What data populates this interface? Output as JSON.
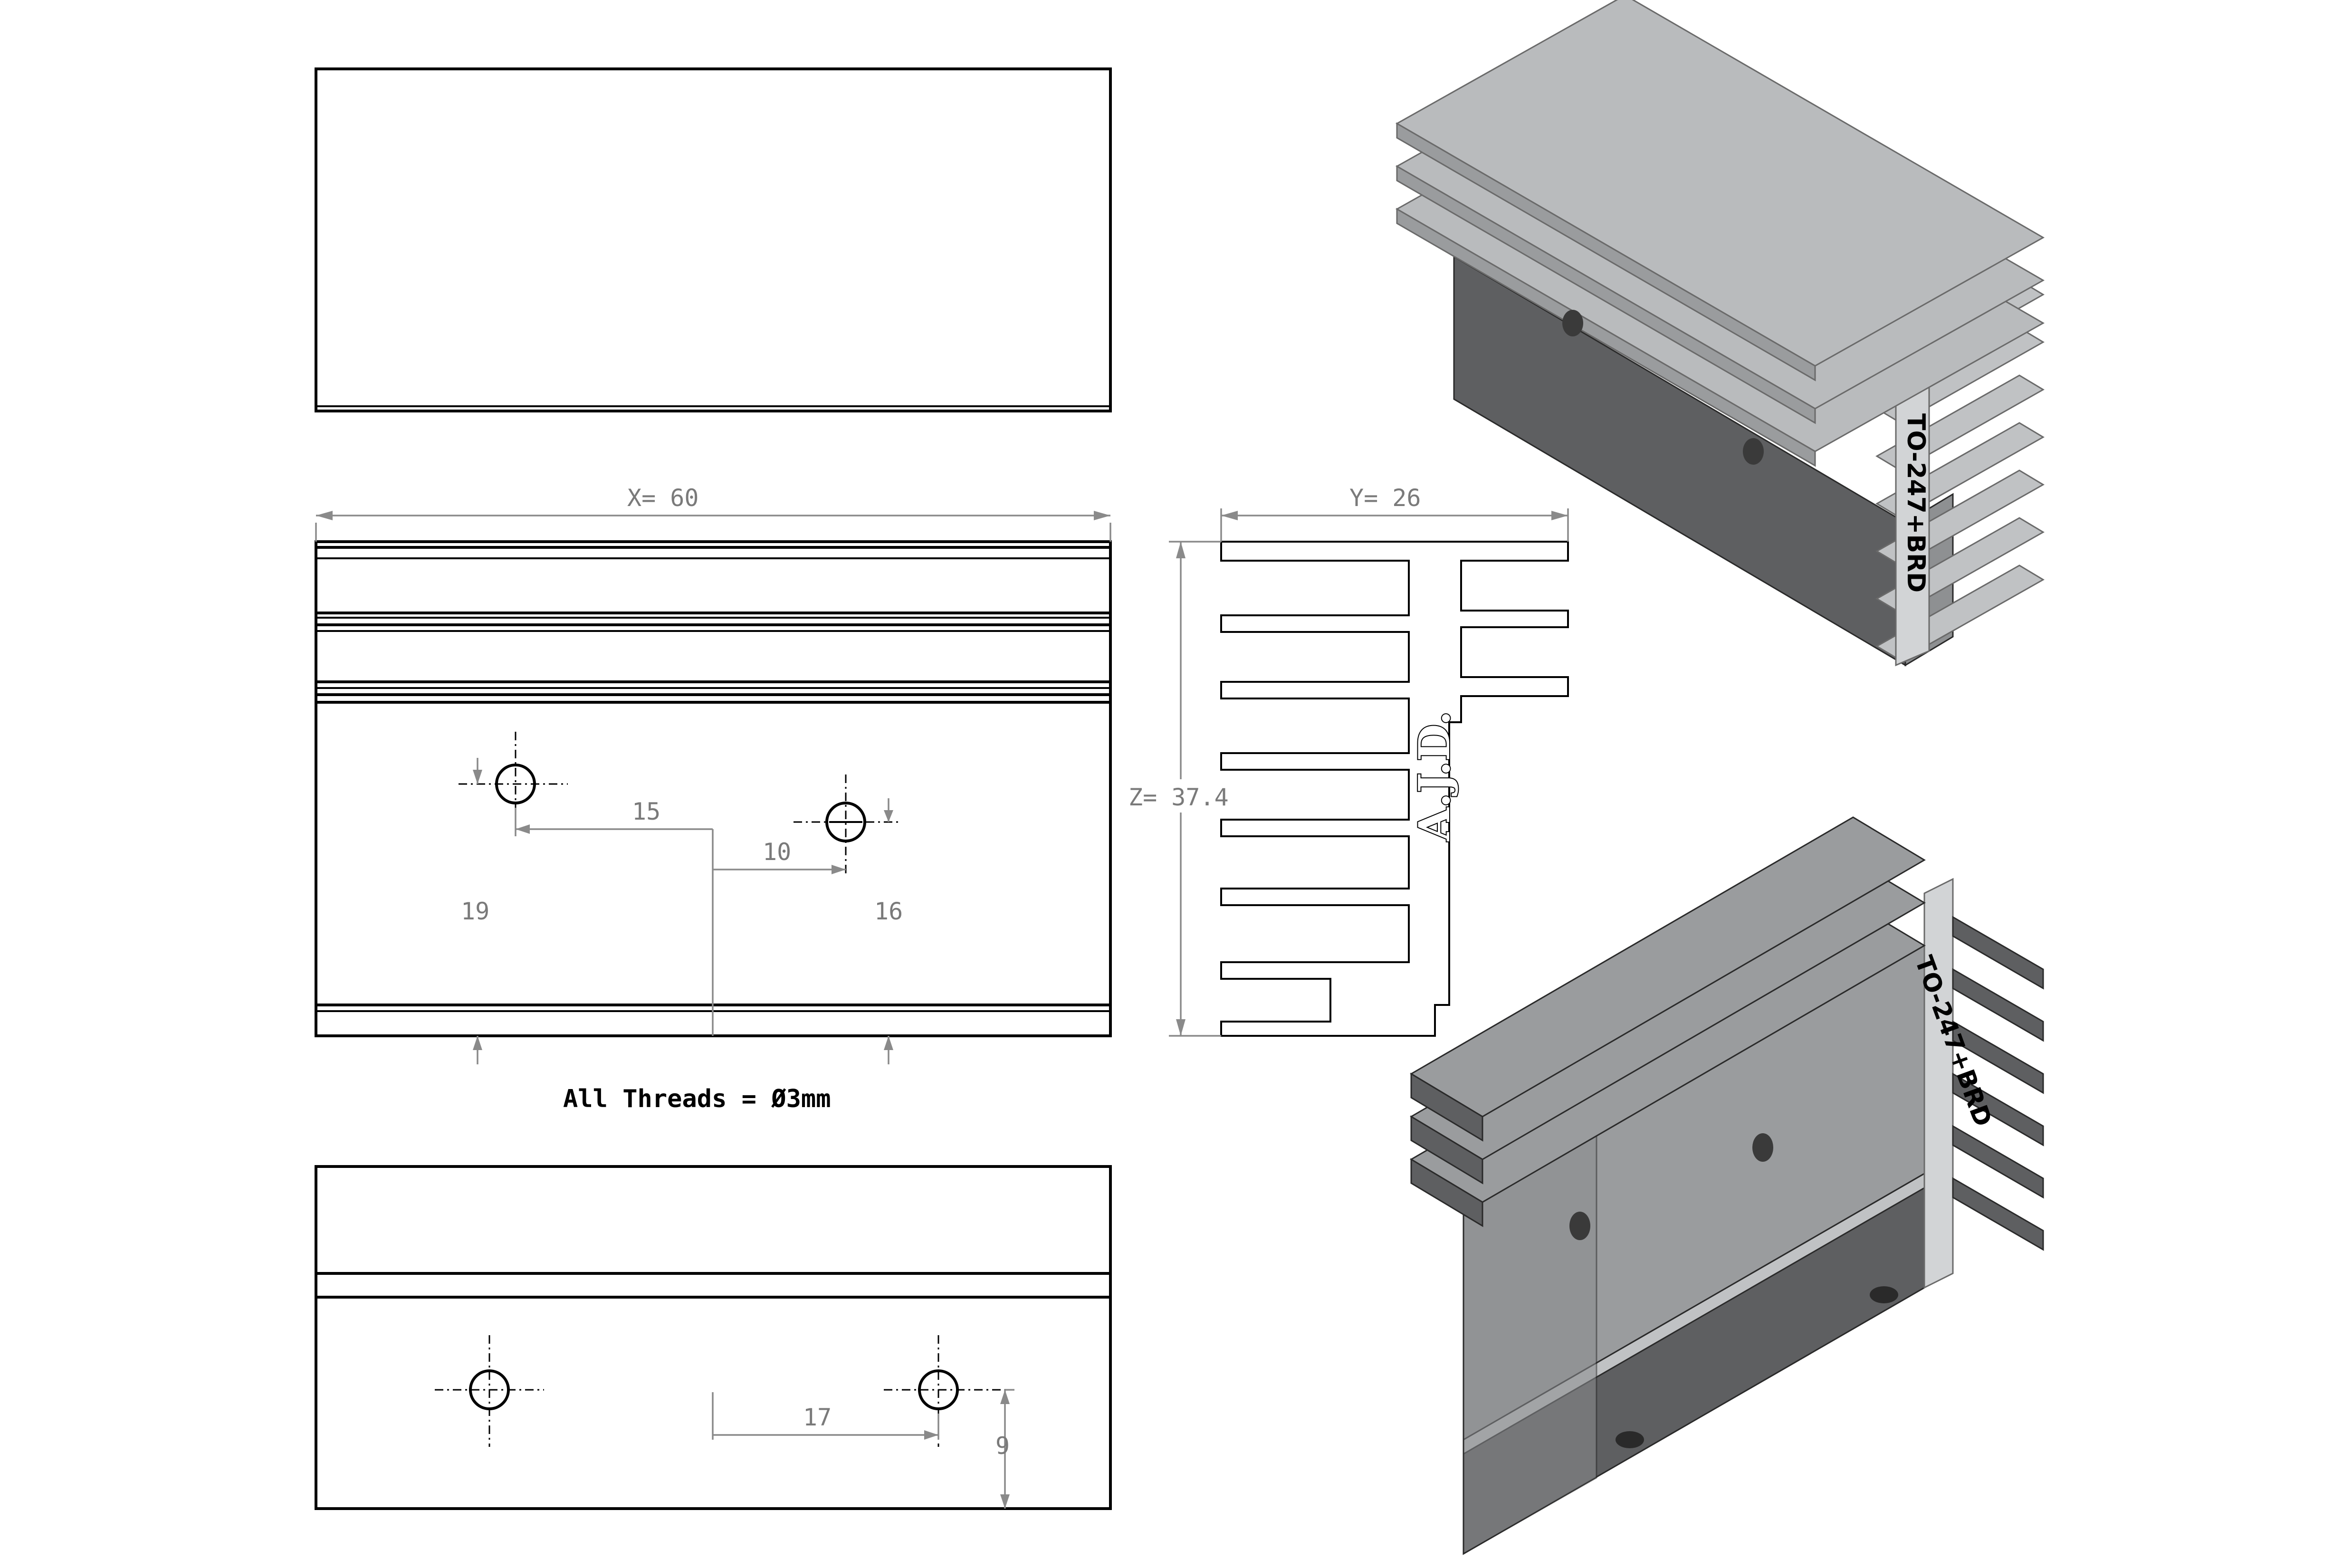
{
  "dimensions": {
    "x_label": "X= 60",
    "y_label": "Y= 26",
    "z_label": "Z= 37.4",
    "hole_spacing_a": "15",
    "hole_spacing_b": "10",
    "offset_left": "19",
    "offset_right": "16",
    "bottom_spacing": "17",
    "bottom_edge": "9"
  },
  "note": "All Threads = Ø3mm",
  "logo_text": "A.J.D.",
  "part_label": "TO-247+BRD",
  "colors": {
    "fin_light": "#c0c2c4",
    "fin_mid": "#9a9c9e",
    "fin_dark": "#5e5f61",
    "line": "#000000",
    "dimension": "#8a8a8a"
  }
}
